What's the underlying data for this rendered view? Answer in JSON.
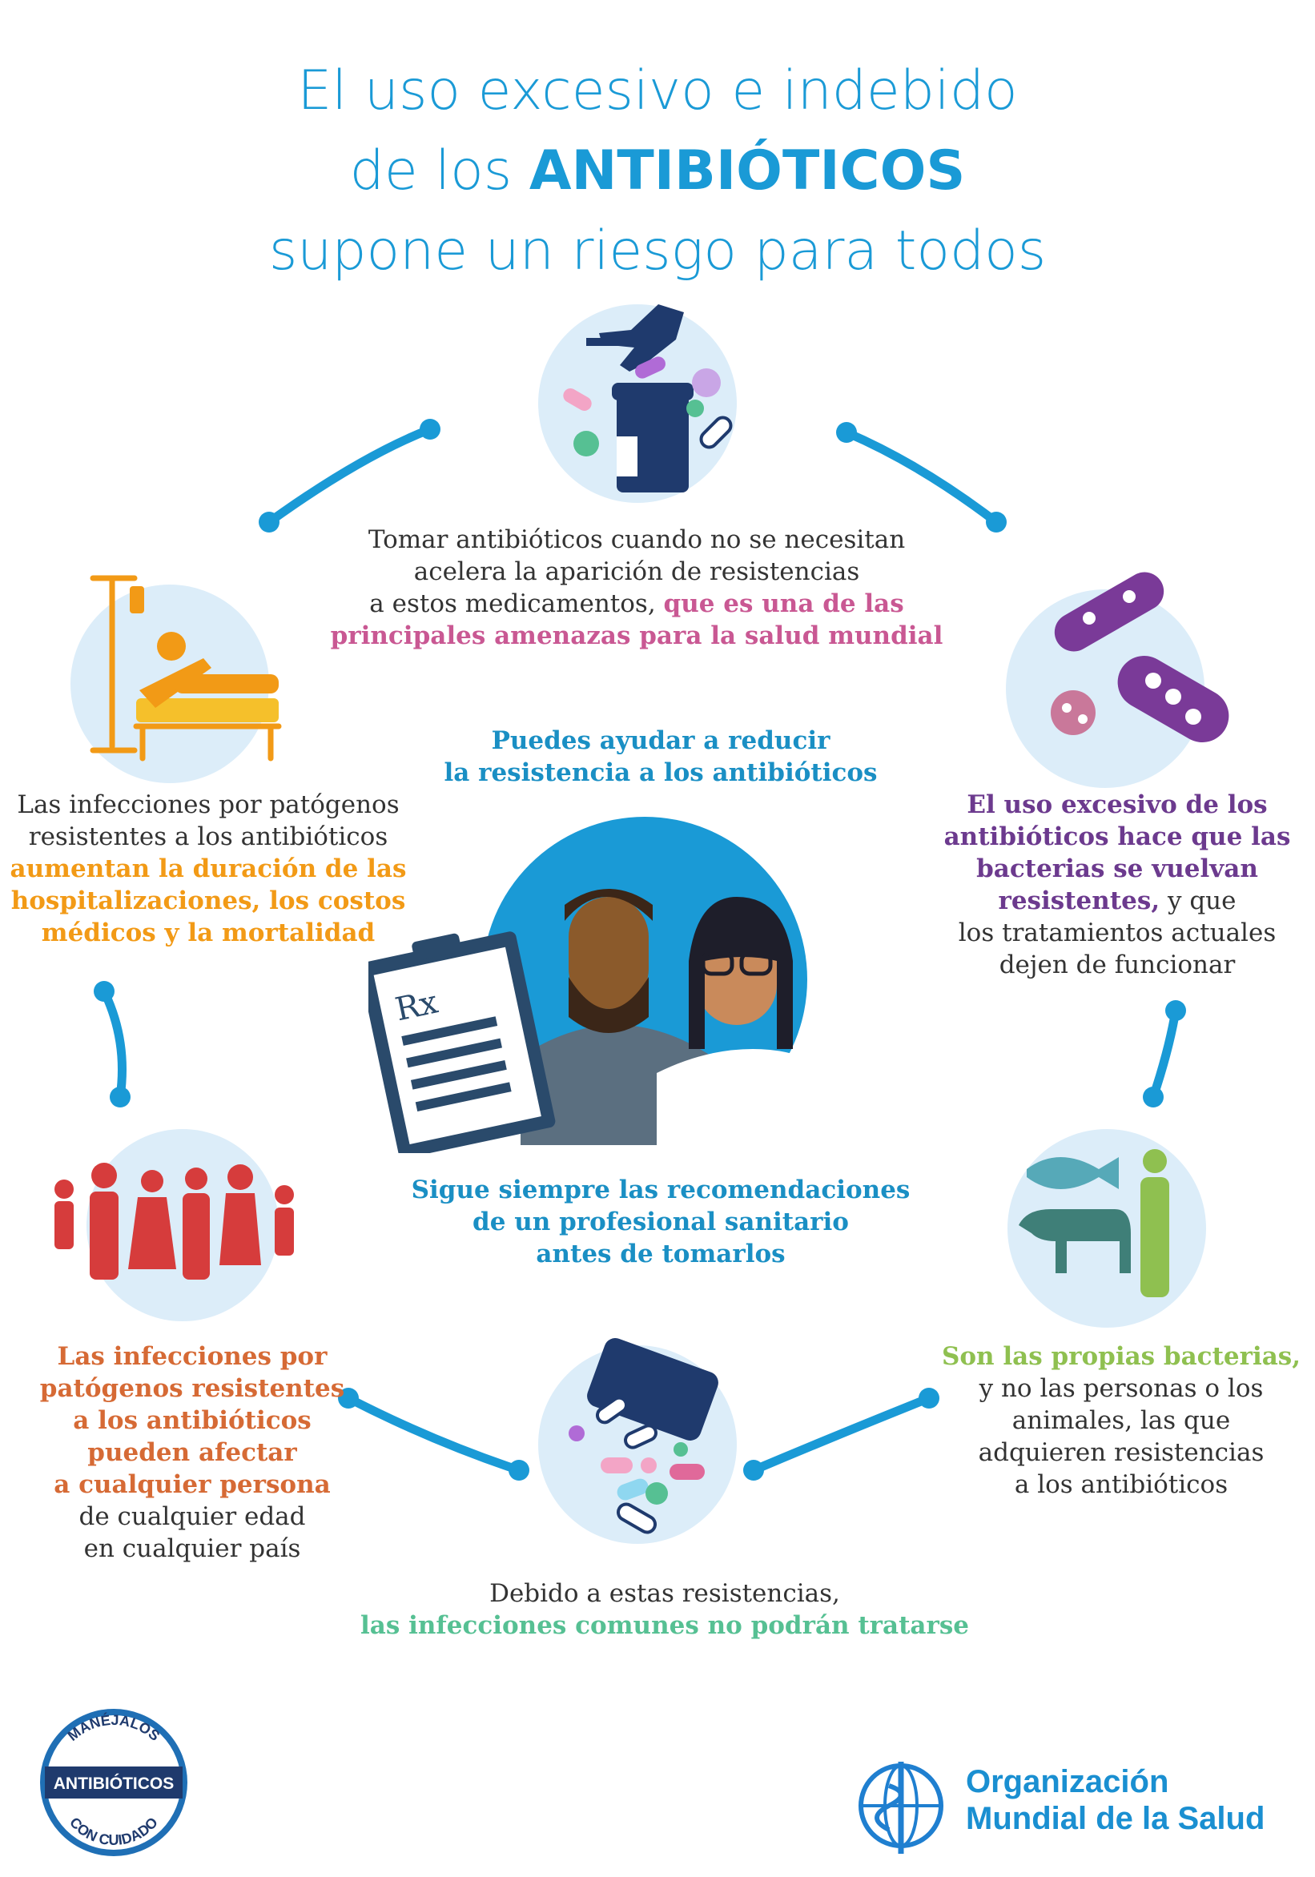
{
  "colors": {
    "blue": "#1a9ad6",
    "pink": "#c95893",
    "purple": "#6c3a8e",
    "orange": "#f29a16",
    "red_orange": "#d66a35",
    "green": "#8fc050",
    "teal": "#56c093",
    "light_circle": "#dcedf9",
    "navy": "#1f3a6d"
  },
  "title": {
    "line1": "El uso excesivo e indebido",
    "line2_pre": "de los ",
    "line2_bold": "ANTIBIÓTICOS",
    "line3": "supone un riesgo para todos"
  },
  "top_text": {
    "line1": "Tomar antibióticos cuando no se necesitan",
    "line2": "acelera la aparición de resistencias",
    "line3_plain": "a estos medicamentos, ",
    "line3_pink": "que es una de las",
    "line4_pink": "principales amenazas para la salud mundial"
  },
  "center_top": {
    "line1": "Puedes ayudar a reducir",
    "line2": "la resistencia a los antibióticos"
  },
  "center_bottom": {
    "line1": "Sigue siempre las recomendaciones",
    "line2": "de un profesional sanitario",
    "line3": "antes de tomarlos"
  },
  "left_text": {
    "line1": "Las infecciones por patógenos",
    "line2": "resistentes a los antibióticos",
    "line3": "aumentan la duración de las",
    "line4": "hospitalizaciones, los costos",
    "line5": "médicos y la mortalidad"
  },
  "right_text": {
    "line1": "El uso excesivo de los",
    "line2": "antibióticos hace que las",
    "line3": "bacterias se vuelvan",
    "line4_bold": "resistentes,",
    "line4_plain": " y que",
    "line5": "los tratamientos actuales",
    "line6": "dejen de funcionar"
  },
  "left_bottom_text": {
    "line1": "Las infecciones por",
    "line2": "patógenos resistentes",
    "line3": "a los antibióticos",
    "line4": "pueden afectar",
    "line5": "a cualquier persona",
    "line6": "de cualquier edad",
    "line7": "en cualquier país"
  },
  "right_bottom_text": {
    "line1": "Son las propias bacterias,",
    "line2": "y no las personas o los",
    "line3": "animales, las que",
    "line4": "adquieren resistencias",
    "line5": "a los antibióticos"
  },
  "bottom_text": {
    "line1": "Debido a estas resistencias,",
    "line2": "las infecciones comunes no podrán tratarse"
  },
  "badge": {
    "top": "MANÉJALOS",
    "middle": "ANTIBIÓTICOS",
    "bottom": "CON CUIDADO"
  },
  "who": {
    "line1": "Organización",
    "line2": "Mundial de la Salud"
  }
}
